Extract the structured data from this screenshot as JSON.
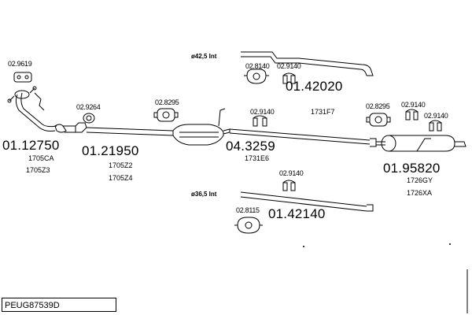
{
  "catalog_code": "PEUG87539D",
  "parts": {
    "front_pipe": "01.12750",
    "middle_pipe": "01.21950",
    "catalyst": "04.3259",
    "rear_silencer": "01.95820",
    "pipe_upper": "01.42020",
    "pipe_lower": "01.42140"
  },
  "fittings": {
    "f1": "02.9619",
    "f2": "02.9264",
    "f3": "02.8295",
    "f4": "02.9140",
    "f5": "02.8140",
    "f6": "02.9140",
    "f7": "02.8295",
    "f8": "02.9140",
    "f9": "02.9140",
    "f10": "02.9140",
    "f11": "02.8115"
  },
  "oem_refs": {
    "r1": "1705CA",
    "r2": "1705Z3",
    "r3": "1705Z2",
    "r4": "1705Z4",
    "r5": "1731E6",
    "r6": "1731F7",
    "r7": "1726GY",
    "r8": "1726XA"
  },
  "diameters": {
    "upper": "ø42,5 Int",
    "lower": "ø36,5 Int"
  }
}
